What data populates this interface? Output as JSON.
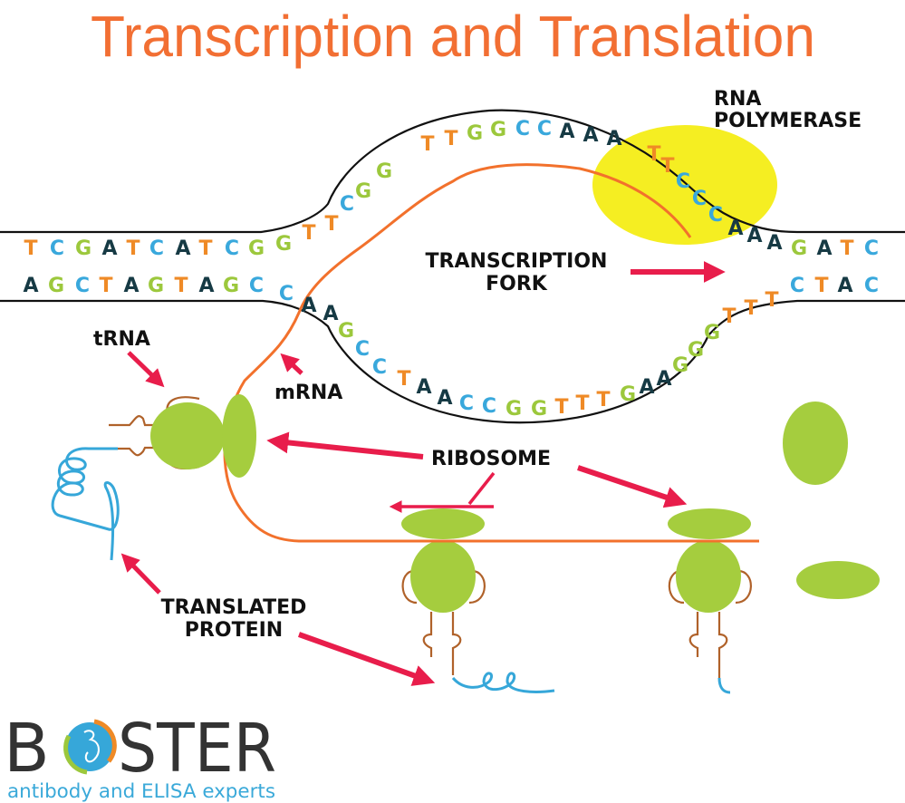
{
  "title": "Transcription and Translation",
  "colors": {
    "title": "#f26f33",
    "A": "#163a44",
    "T": "#ef8a26",
    "C": "#39a8dc",
    "G": "#9cc83c",
    "ribosome": "#a5cd3e",
    "polymerase": "#f5ee22",
    "mrna": "#f2712c",
    "trna": "#b0622a",
    "protein": "#36a7d9",
    "arrow": "#e81d4b",
    "strand": "#111111"
  },
  "labels": {
    "rna_polymerase_line1": "RNA",
    "rna_polymerase_line2": "POLYMERASE",
    "transcription_fork_line1": "TRANSCRIPTION",
    "transcription_fork_line2": "FORK",
    "trna": "tRNA",
    "mrna": "mRNA",
    "ribosome": "RIBOSOME",
    "translated_protein_line1": "TRANSLATED",
    "translated_protein_line2": "PROTEIN"
  },
  "dna": {
    "top_left": "TCGATCATCGG",
    "bottom_left": "AGCTAGTAGC",
    "top_bubble": "TTCGGTTGGCCAAATTCCCAAA",
    "top_right": "GATC",
    "bottom_bubble": "CAAGCCTAACCGGTTTGAAGGGTTT",
    "bottom_right": "CTAC"
  },
  "logo": {
    "brand_left": "B",
    "brand_right": "STER",
    "tagline": "antibody and ELISA experts"
  }
}
